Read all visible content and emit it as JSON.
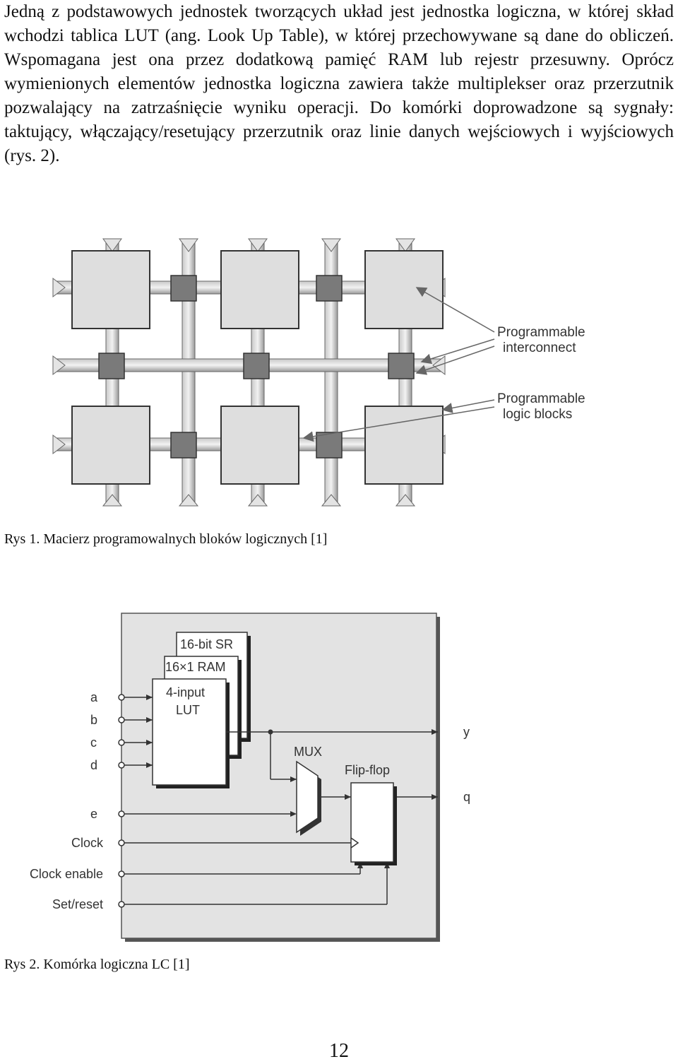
{
  "paragraph": "Jedną z podstawowych jednostek tworzących układ jest jednostka logiczna, w której skład wchodzi tablica LUT (ang. Look Up Table), w której przechowywane są dane do obliczeń. Wspomagana jest ona przez dodatkową pamięć RAM lub rejestr przesuwny. Oprócz wymienionych elementów jednostka logiczna zawiera także multiplekser oraz przerzutnik pozwalający na zatrzaśnięcie wyniku operacji. Do komórki doprowadzone są sygnały: taktujący, włączający/resetujący przerzutnik oraz linie danych wejściowych i wyjściowych (rys. 2).",
  "figure1": {
    "caption": "Rys 1. Macierz programowalnych bloków logicznych [1]",
    "label_interconnect": [
      "Programmable",
      "interconnect"
    ],
    "label_logic_blocks": [
      "Programmable",
      "logic blocks"
    ]
  },
  "figure2": {
    "caption": "Rys 2. Komórka logiczna LC  [1]",
    "sr_label": "16-bit SR",
    "ram_label": "16×1 RAM",
    "lut_label": [
      "4-input",
      "LUT"
    ],
    "mux_label": "MUX",
    "ff_label": "Flip-flop",
    "inputs": [
      "a",
      "b",
      "c",
      "d",
      "e",
      "Clock",
      "Clock enable",
      "Set/reset"
    ],
    "outputs": [
      "y",
      "q"
    ]
  },
  "page_number": "12"
}
